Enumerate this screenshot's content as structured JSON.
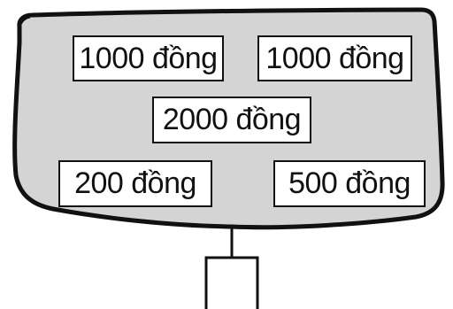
{
  "colors": {
    "tray_fill": "#d4d4d4",
    "outline": "#111111",
    "note_fill": "#ffffff"
  },
  "notes": [
    {
      "label": "1000 đồng"
    },
    {
      "label": "1000 đồng"
    },
    {
      "label": "2000 đồng"
    },
    {
      "label": "200 đồng"
    },
    {
      "label": "500 đồng"
    }
  ]
}
